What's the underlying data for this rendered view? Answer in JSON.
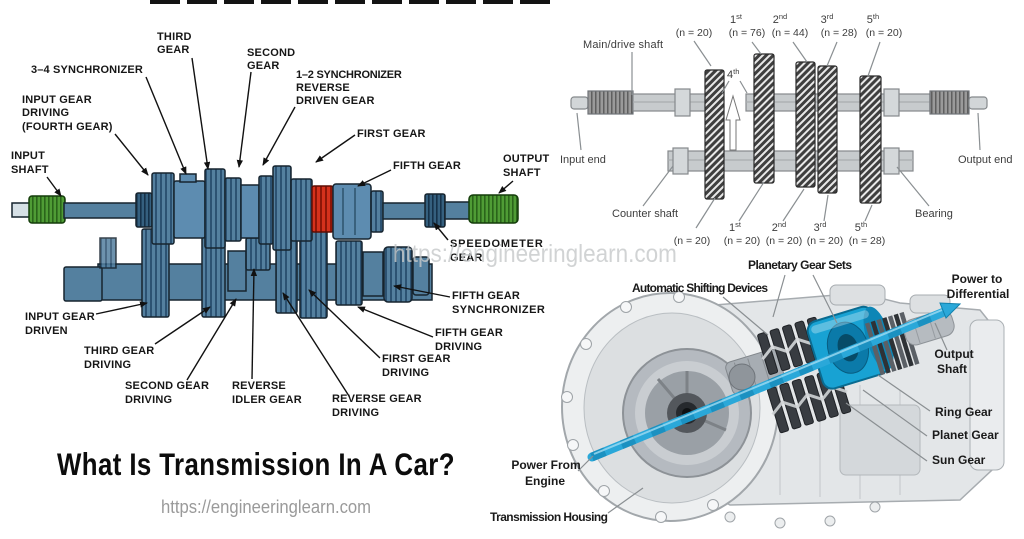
{
  "page": {
    "title": "What Is Transmission In A Car?",
    "site_url": "https://engineeringlearn.com",
    "watermark": "https://engineeringlearn.com"
  },
  "colors": {
    "gear_blue": "#54809f",
    "gear_blue_dark": "#2c5272",
    "outline_navy": "#16242f",
    "gear_red": "#d5311c",
    "spline_green": "#4f9c35",
    "speedometer_navy": "#35607f",
    "shaft_gray": "#c7cbcd",
    "hatch_dark": "#3f3f3f",
    "power_shaft_cyan": "#2aa8d9",
    "drum_cyan": "#18a2d3",
    "housing_gray": "#e3e6e8",
    "url_gray": "#9a9a9a",
    "watermark_gray": "#c6c9ca"
  },
  "manual_gearbox": {
    "description": "Five-speed manual transmission gear train cutaway",
    "labels": [
      {
        "id": "input-shaft",
        "lines": [
          "INPUT",
          "SHAFT"
        ]
      },
      {
        "id": "input-gear-driving",
        "lines": [
          "INPUT GEAR",
          "DRIVING",
          "(FOURTH GEAR)"
        ]
      },
      {
        "id": "synchronizer-3-4",
        "lines": [
          "3–4 SYNCHRONIZER"
        ]
      },
      {
        "id": "third-gear",
        "lines": [
          "THIRD",
          "GEAR"
        ]
      },
      {
        "id": "second-gear",
        "lines": [
          "SECOND",
          "GEAR"
        ]
      },
      {
        "id": "synchronizer-1-2",
        "lines": [
          "1–2 SYNCHRONIZER",
          "REVERSE",
          "DRIVEN GEAR"
        ]
      },
      {
        "id": "first-gear",
        "lines": [
          "FIRST GEAR"
        ]
      },
      {
        "id": "fifth-gear",
        "lines": [
          "FIFTH GEAR"
        ]
      },
      {
        "id": "output-shaft",
        "lines": [
          "OUTPUT",
          "SHAFT"
        ]
      },
      {
        "id": "speedometer-gear",
        "lines": [
          "SPEEDOMETER",
          "GEAR"
        ]
      },
      {
        "id": "fifth-gear-synchronizer",
        "lines": [
          "FIFTH GEAR",
          "SYNCHRONIZER"
        ]
      },
      {
        "id": "fifth-gear-driving",
        "lines": [
          "FIFTH GEAR",
          "DRIVING"
        ]
      },
      {
        "id": "first-gear-driving",
        "lines": [
          "FIRST GEAR",
          "DRIVING"
        ]
      },
      {
        "id": "reverse-gear-driving",
        "lines": [
          "REVERSE GEAR",
          "DRIVING"
        ]
      },
      {
        "id": "reverse-idler-gear",
        "lines": [
          "REVERSE",
          "IDLER GEAR"
        ]
      },
      {
        "id": "second-gear-driving",
        "lines": [
          "SECOND GEAR",
          "DRIVING"
        ]
      },
      {
        "id": "third-gear-driving",
        "lines": [
          "THIRD GEAR",
          "DRIVING"
        ]
      },
      {
        "id": "input-gear-driven",
        "lines": [
          "INPUT GEAR",
          "DRIVEN"
        ]
      }
    ]
  },
  "gear_shaft_diagram": {
    "description": "Main/drive shaft and counter shaft gear pairs with tooth counts",
    "labels": {
      "main_drive_shaft": "Main/drive shaft",
      "input_end": "Input end",
      "output_end": "Output end",
      "counter_shaft": "Counter shaft",
      "bearing": "Bearing"
    },
    "fourth_gear_label": {
      "num": "4",
      "suffix": "th"
    },
    "main_shaft_gears": [
      {
        "teeth": "(n = 20)"
      },
      {
        "ordinal": "1",
        "ordinal_suffix": "st",
        "teeth": "(n = 76)"
      },
      {
        "ordinal": "2",
        "ordinal_suffix": "nd",
        "teeth": "(n = 44)"
      },
      {
        "ordinal": "3",
        "ordinal_suffix": "rd",
        "teeth": "(n = 28)"
      },
      {
        "ordinal": "5",
        "ordinal_suffix": "th",
        "teeth": "(n = 20)"
      }
    ],
    "counter_shaft_gears": [
      {
        "teeth": "(n = 20)"
      },
      {
        "ordinal": "1",
        "ordinal_suffix": "st",
        "teeth": "(n = 20)"
      },
      {
        "ordinal": "2",
        "ordinal_suffix": "nd",
        "teeth": "(n = 20)"
      },
      {
        "ordinal": "3",
        "ordinal_suffix": "rd",
        "teeth": "(n = 20)"
      },
      {
        "ordinal": "5",
        "ordinal_suffix": "th",
        "teeth": "(n = 28)"
      }
    ]
  },
  "automatic_transmission": {
    "description": "Automatic transmission cutaway with planetary gear sets",
    "labels": {
      "planetary_gear_sets": "Planetary Gear Sets",
      "automatic_shifting_devices": "Automatic Shifting Devices",
      "power_to_line1": "Power to",
      "power_to_line2": "Differential",
      "output_shaft_line1": "Output",
      "output_shaft_line2": "Shaft",
      "ring_gear": "Ring Gear",
      "planet_gear": "Planet Gear",
      "sun_gear": "Sun Gear",
      "power_from_line1": "Power From",
      "power_from_line2": "Engine",
      "transmission_housing": "Transmission Housing"
    }
  }
}
